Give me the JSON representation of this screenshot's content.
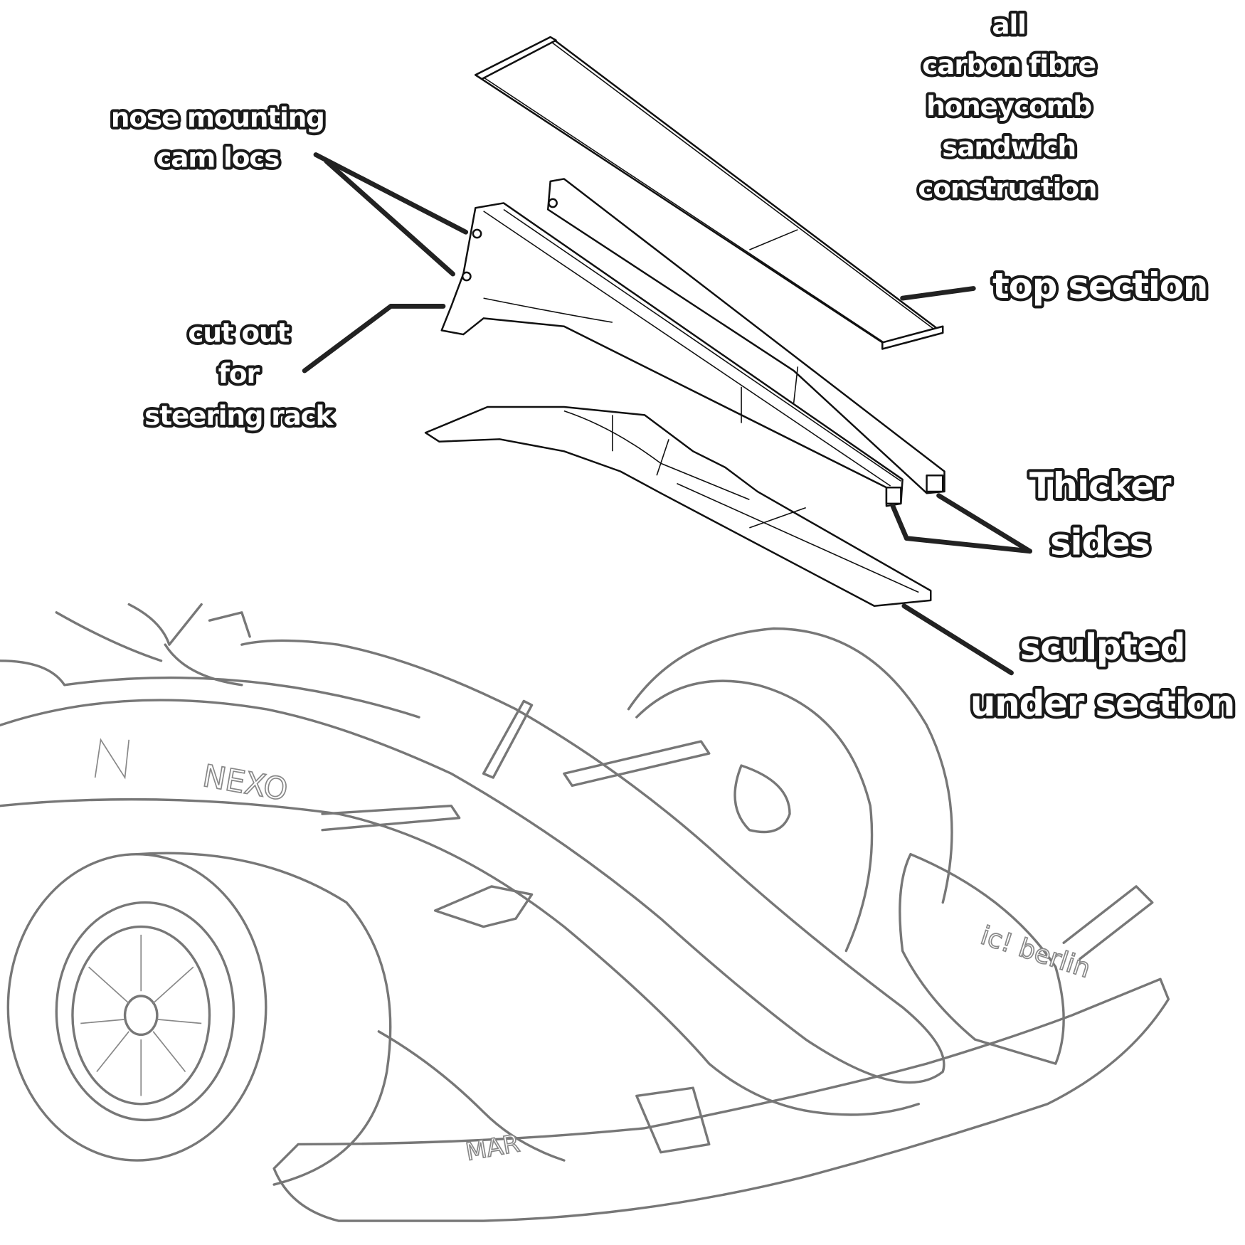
{
  "labels": {
    "construction_note": [
      "all",
      "carbon fibre",
      "honeycomb",
      "sandwich",
      "construction"
    ],
    "cam_locs": [
      "nose mounting",
      "cam locs"
    ],
    "cutout": [
      "cut out",
      "for",
      "steering rack"
    ],
    "top_section": "top section",
    "thicker_sides": [
      "Thicker",
      "sides"
    ],
    "under_section": [
      "sculpted",
      "under section"
    ]
  },
  "car_decals": {
    "sponsor_left": "NEXO",
    "sponsor_endplate": "ic! berlin",
    "wing_text": "MAR"
  }
}
